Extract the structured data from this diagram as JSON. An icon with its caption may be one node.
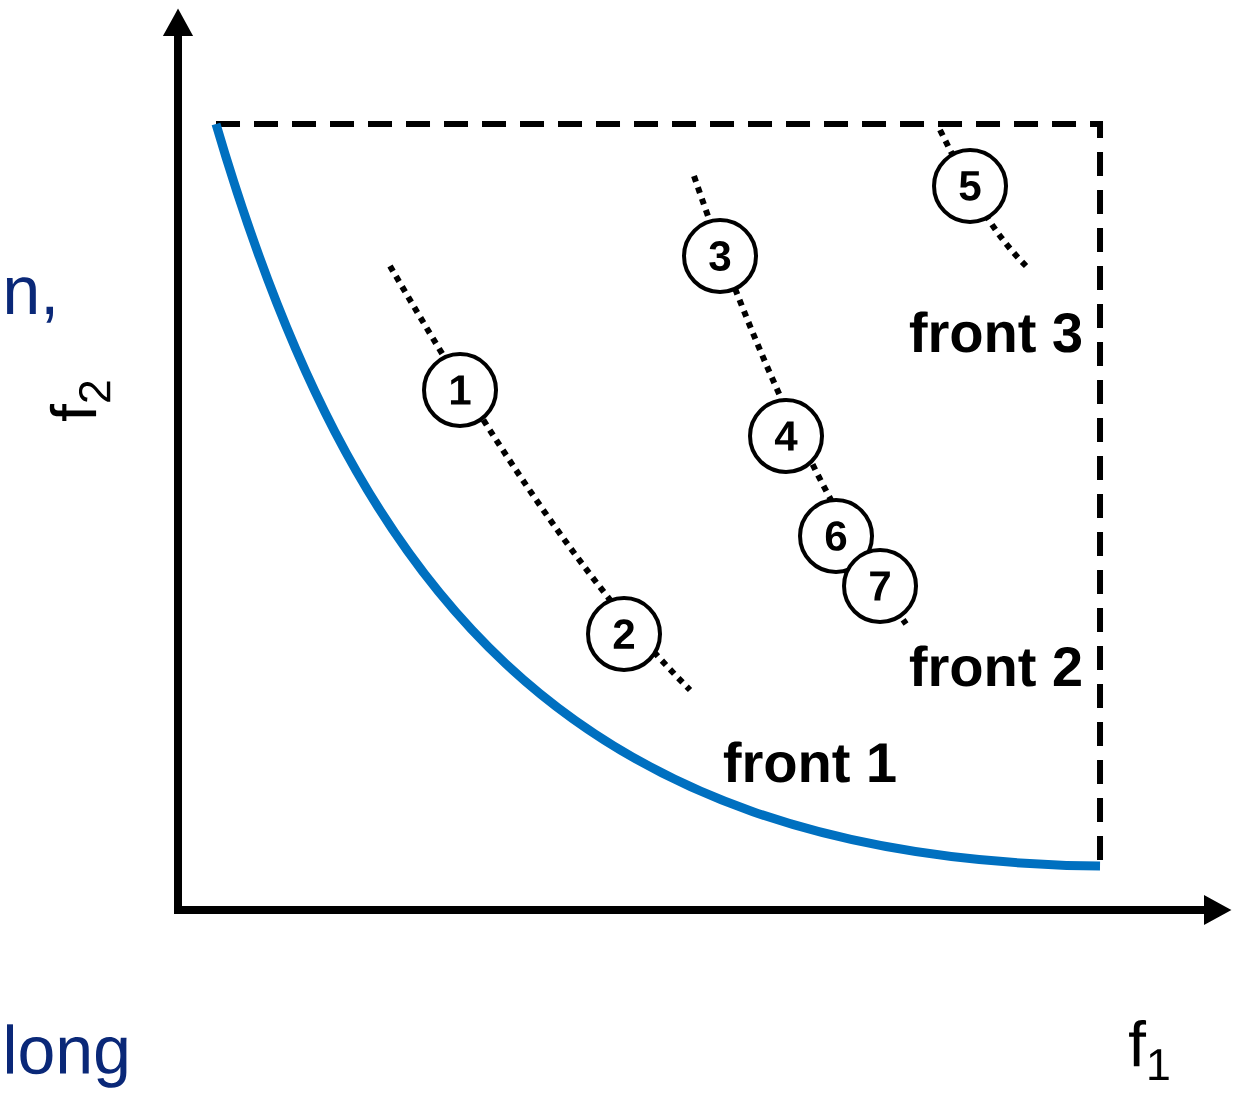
{
  "diagram": {
    "nodes": [
      {
        "text": [
          "1"
        ]
      },
      {
        "text": [
          "2"
        ]
      },
      {
        "text": [
          "3"
        ]
      },
      {
        "text": [
          "4"
        ]
      },
      {
        "text": [
          "5"
        ]
      },
      {
        "text": [
          "6"
        ]
      },
      {
        "text": [
          "7"
        ]
      }
    ],
    "labels": [
      "front 3",
      "front 2",
      "front 1",
      "f$_{2}$",
      "f$_{1}$",
      "n,",
      "long"
    ]
  }
}
